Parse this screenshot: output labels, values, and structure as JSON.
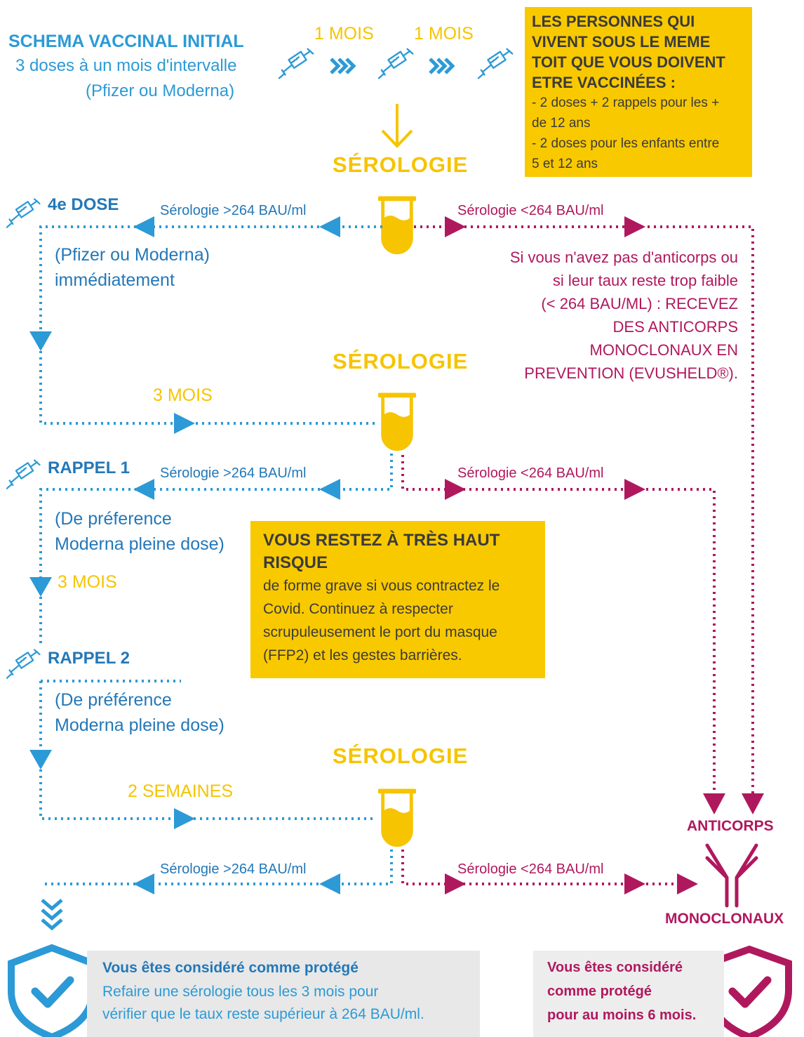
{
  "colors": {
    "blue": "#2b9ad6",
    "navy": "#2378b8",
    "yellow": "#f6c400",
    "magenta": "#b0185e",
    "box_yellow": "#f9c900"
  },
  "initial": {
    "title": "SCHEMA VACCINAL INITIAL",
    "line1": "3 doses à un mois d'intervalle",
    "line2": "(Pfizer ou Moderna)",
    "interval1": "1 MOIS",
    "interval2": "1 MOIS",
    "icon": "syringe-icon"
  },
  "household_box": {
    "title_l1": "LES PERSONNES QUI",
    "title_l2": "VIVENT SOUS LE MEME",
    "title_l3": "TOIT QUE VOUS DOIVENT",
    "title_l4": "ETRE VACCINÉES :",
    "item1_l1": "- 2 doses + 2 rappels pour les +",
    "item1_l2": "de 12 ans",
    "item2_l1": "- 2 doses pour les enfants entre",
    "item2_l2": "5 et 12 ans"
  },
  "serologie_label": "SÉROLOGIE",
  "sero_high": "Sérologie >264 BAU/ml",
  "sero_low": "Sérologie <264 BAU/ml",
  "dose4": {
    "title": "4e DOSE",
    "line1": "(Pfizer ou Moderna)",
    "line2": "immédiatement"
  },
  "no_antibodies": {
    "l1": "Si vous n'avez pas d'anticorps ou",
    "l2": "si leur taux reste trop faible",
    "l3": "(< 264 BAU/ML) : RECEVEZ",
    "l4": "DES ANTICORPS",
    "l5": "MONOCLONAUX EN",
    "l6": "PREVENTION (EVUSHELD®)."
  },
  "interval_3mois": "3 MOIS",
  "rappel1": {
    "title": "RAPPEL 1",
    "line1": "(De préference",
    "line2": "Moderna pleine dose)",
    "interval": "3 MOIS"
  },
  "risk_box": {
    "title_l1": "VOUS RESTEZ À TRÈS HAUT",
    "title_l2": "RISQUE",
    "l1": "de forme grave si vous contractez le",
    "l2": "Covid. Continuez à respecter",
    "l3": "scrupuleusement le port du masque",
    "l4": "(FFP2) et les gestes barrières."
  },
  "rappel2": {
    "title": "RAPPEL 2",
    "line1": "(De préférence",
    "line2": "Moderna pleine dose)"
  },
  "interval_2sem": "2 SEMAINES",
  "antibody": {
    "top": "ANTICORPS",
    "bottom": "MONOCLONAUX"
  },
  "protected_left": {
    "title": "Vous êtes considéré comme protégé",
    "l1": "Refaire une sérologie tous les 3 mois pour",
    "l2": "vérifier que le taux reste supérieur à 264 BAU/ml."
  },
  "protected_right": {
    "l1": "Vous êtes considéré",
    "l2": "comme protégé",
    "l3": "pour au moins 6 mois."
  }
}
